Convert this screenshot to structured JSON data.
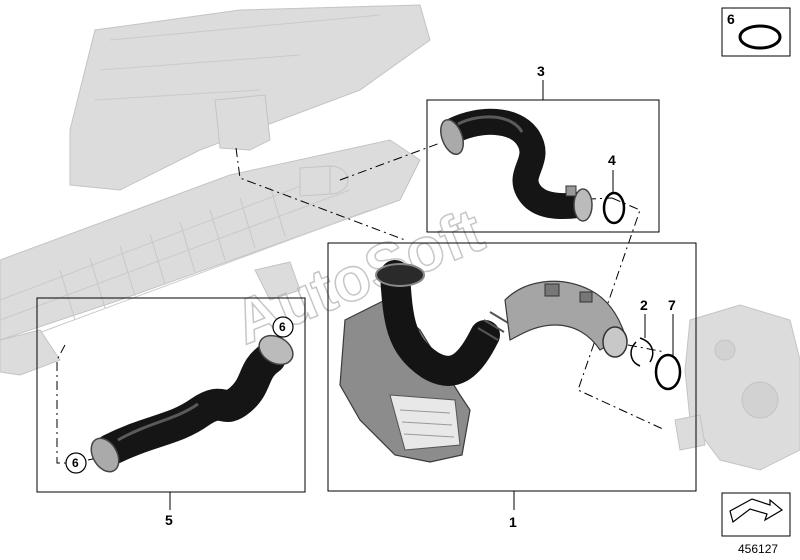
{
  "diagram": {
    "callouts": {
      "c1": "1",
      "c2": "2",
      "c3": "3",
      "c4": "4",
      "c5": "5",
      "c6_box": "6",
      "c6_a": "6",
      "c6_b": "6",
      "c7": "7"
    },
    "reference_number": "456127",
    "watermark": "AutoSoft"
  },
  "colors": {
    "hose": "#1b1b1b",
    "ghost": "#d9d9d9",
    "ghost_stroke": "#bdbdbd",
    "frame": "#000000",
    "metal": "#9a9a9a"
  }
}
